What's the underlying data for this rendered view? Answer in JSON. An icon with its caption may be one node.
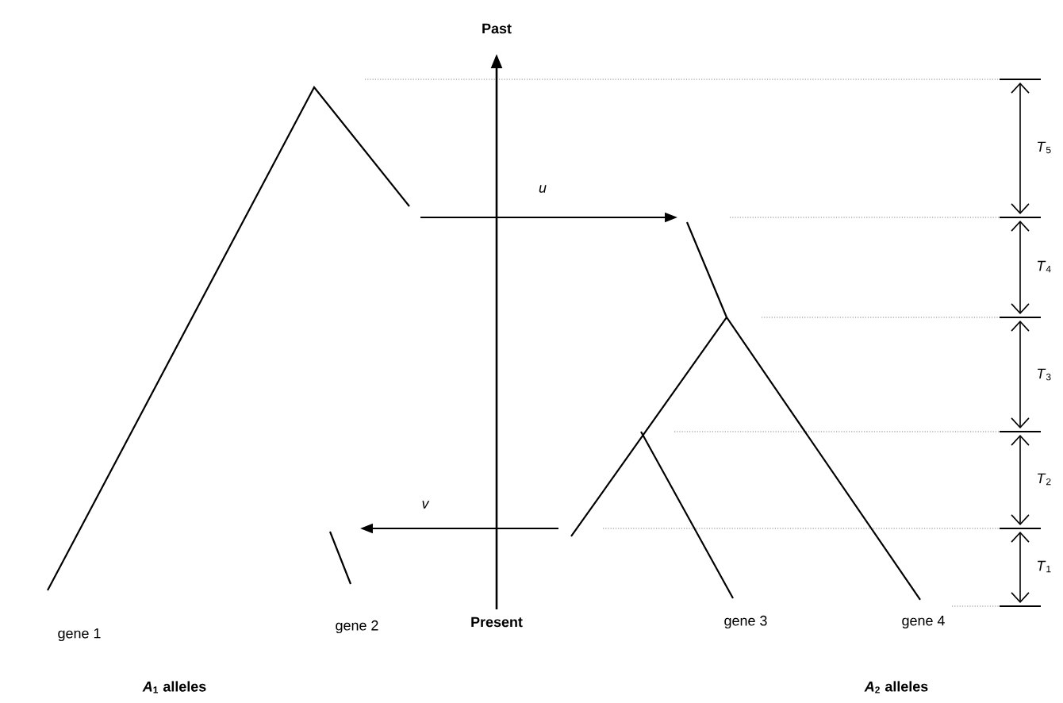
{
  "diagram": {
    "nodes": [
      {
        "text": [
          "gene 1"
        ]
      },
      {
        "text": [
          "gene 2"
        ]
      },
      {
        "text": [
          "gene 3"
        ]
      },
      {
        "text": [
          "gene 4"
        ]
      }
    ],
    "labels": [
      "Past",
      "u",
      "*T*$_{5}$",
      "*T*$_{4}$",
      "*T*$_{3}$",
      "*T*$_{2}$",
      "*T*$_{1}$",
      "v",
      "Present",
      "*A*$_{1}$ alleles",
      "*A*$_{2}$ alleles"
    ]
  }
}
